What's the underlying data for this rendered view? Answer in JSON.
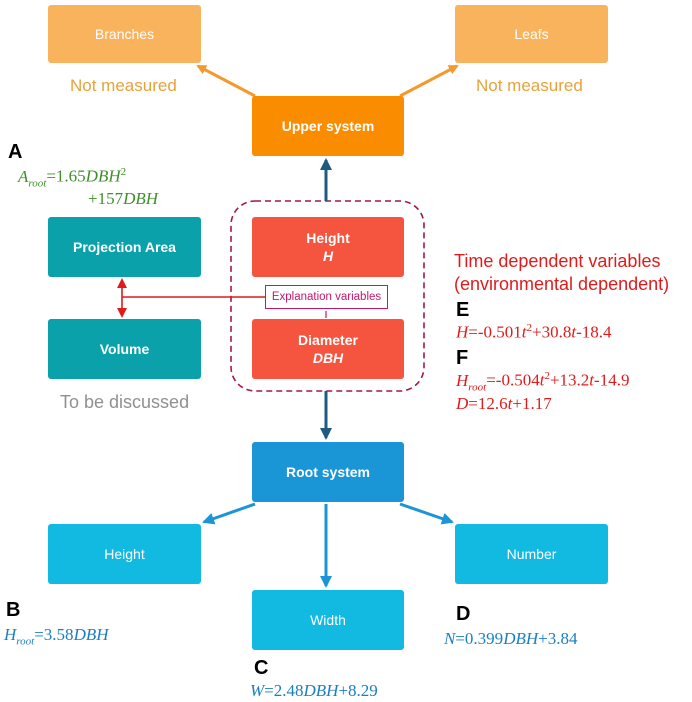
{
  "boxes": {
    "branches": "Branches",
    "leafs": "Leafs",
    "upper_system": "Upper system",
    "height_title": "Height",
    "height_var": "H",
    "diameter_title": "Diameter",
    "diameter_var": "DBH",
    "projection_area": "Projection Area",
    "volume": "Volume",
    "root_system": "Root system",
    "root_height": "Height",
    "root_width": "Width",
    "root_number": "Number"
  },
  "notes": {
    "not_measured_left": "Not measured",
    "not_measured_right": "Not measured",
    "to_be_discussed": "To be discussed",
    "explanation_variables": "Explanation variables",
    "time_dependent_line1": "Time dependent variables",
    "time_dependent_line2": "(environmental dependent)"
  },
  "labels": {
    "A": "A",
    "B": "B",
    "C": "C",
    "D": "D",
    "E": "E",
    "F": "F"
  },
  "equations": {
    "A_line1": "Aroot=1.65DBH2",
    "A_line2": "+157DBH",
    "B": "Hroot=3.58DBH",
    "C": "W=2.48DBH+8.29",
    "D": "N=0.399DBH+3.84",
    "E": "H=-0.501t2+30.8t-18.4",
    "F_line1": "Hroot=-0.504t2+13.2t-14.9",
    "F_line2": "D=12.6t+1.17"
  },
  "colors": {
    "light_orange": "#f9b35c",
    "orange": "#fa8c00",
    "red_box": "#f5543f",
    "teal": "#0aa1ab",
    "root_blue": "#1a95d6",
    "cyan": "#12bae2",
    "dark_arrow": "#1f5a80",
    "red_text": "#e01b1b",
    "magenta": "#c5166f"
  }
}
